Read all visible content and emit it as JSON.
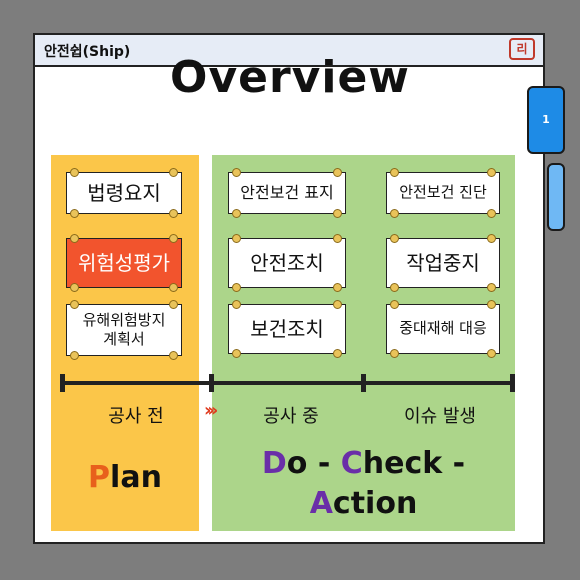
{
  "app_title": "안전쉽(Ship)",
  "logo_text": "리",
  "heading": "Overview",
  "side_tabs": [
    "1",
    ""
  ],
  "plan_signs": [
    "법령요지",
    "위험성평가",
    "유해위험방지\n계획서"
  ],
  "do_signs_left": [
    "안전보건 표지",
    "안전조치",
    "보건조치"
  ],
  "do_signs_right": [
    "안전보건 진단",
    "작업중지",
    "중대재해 대응"
  ],
  "phases": {
    "before": "공사 전",
    "during": "공사 중",
    "issue": "이슈 발생",
    "arrow": "›››"
  },
  "plan_label": {
    "first": "P",
    "rest": "lan"
  },
  "dca_label": {
    "d": "D",
    "o": "o - ",
    "c": "C",
    "heck": "heck -",
    "a": "A",
    "ction": "ction"
  },
  "colors": {
    "plan_bg": "#fbc649",
    "do_bg": "#acd58a",
    "highlight": "#f2542d",
    "accent_orange": "#e8601c",
    "accent_purple": "#6a2ea8",
    "tab_active": "#1e8be6"
  }
}
